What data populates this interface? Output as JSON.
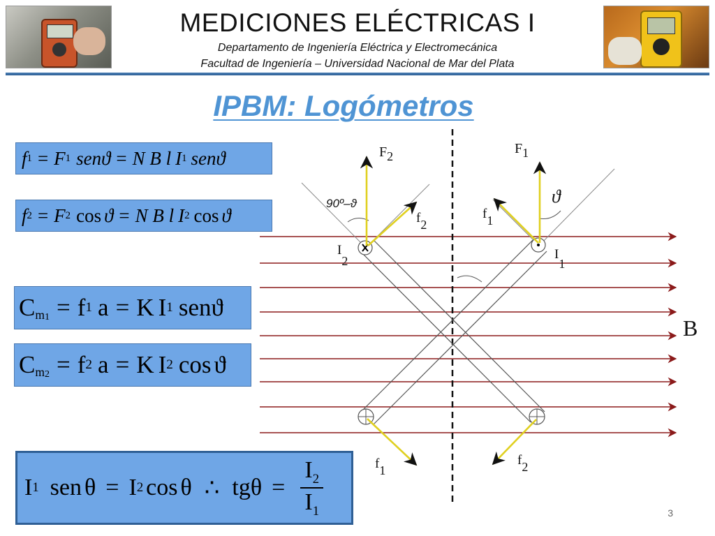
{
  "header": {
    "title": "MEDICIONES ELÉCTRICAS I",
    "department": "Departamento de Ingeniería Eléctrica y Electromecánica",
    "faculty": "Facultad de Ingeniería – Universidad Nacional de Mar del Plata",
    "left_image": "multimeter-photo-icon",
    "right_image": "clamp-meter-photo-icon",
    "rule_color": "#3a6fa8"
  },
  "slide": {
    "heading": "IPBM: Logómetros",
    "heading_color": "#4f94d4",
    "page_number": "3"
  },
  "equations": {
    "eq1": {
      "f": "f",
      "f_sub": "1",
      "eq_a": "=",
      "F": "F",
      "F_sub": "1",
      "sen_a": "sen",
      "theta_a": "ϑ",
      "eq_b": "=",
      "NBl": "N B l",
      "I": "I",
      "I_sub": "1",
      "sen_b": "sen",
      "theta_b": "ϑ"
    },
    "eq2": {
      "f": "f",
      "f_sub": "2",
      "eq_a": "=",
      "F": "F",
      "F_sub": "2",
      "cos_a": "cos",
      "theta_a": "ϑ",
      "eq_b": "=",
      "NBl": "N B l",
      "I": "I",
      "I_sub": "2",
      "cos_b": "cos",
      "theta_b": "ϑ"
    },
    "eq3": {
      "C": "C",
      "m": "m",
      "m_sub": "1",
      "eq_a": "=",
      "f": "f",
      "f_sub": "1",
      "a": "a",
      "eq_b": "=",
      "K": "K",
      "I": "I",
      "I_sub": "1",
      "sen": "sen",
      "theta": "ϑ"
    },
    "eq4": {
      "C": "C",
      "m": "m",
      "m_sub": "2",
      "eq_a": "=",
      "f": "f",
      "f_sub": "2",
      "a": "a",
      "eq_b": "=",
      "K": "K",
      "I": "I",
      "I_sub": "2",
      "cos": "cos",
      "theta": "ϑ"
    },
    "eq5": {
      "I_a": "I",
      "I_a_sub": "1",
      "sen": "sen",
      "theta_a": "θ",
      "eq_a": "=",
      "I_b": "I",
      "I_b_sub": "2",
      "cos": "cos",
      "theta_b": "θ",
      "therefore": "∴",
      "tg": "tg",
      "theta_c": "θ",
      "eq_b": "=",
      "num_I": "I",
      "num_sub": "2",
      "den_I": "I",
      "den_sub": "1"
    },
    "box_color": "#6fa6e6"
  },
  "diagram": {
    "field_label": "B",
    "field_color": "#8b1a1a",
    "vector_color": "#e0d020",
    "labels": {
      "F2": "F",
      "F2_sub": "2",
      "F1": "F",
      "F1_sub": "1",
      "angle_left": "90º–ϑ",
      "angle_right": "ϑ",
      "f2_top": "f",
      "f2_top_sub": "2",
      "f1_top": "f",
      "f1_top_sub": "1",
      "I2": "I",
      "I2_sub": "2",
      "I1": "I",
      "I1_sub": "1",
      "f1_bottom": "f",
      "f1_bottom_sub": "1",
      "f2_bottom": "f",
      "f2_bottom_sub": "2"
    }
  }
}
